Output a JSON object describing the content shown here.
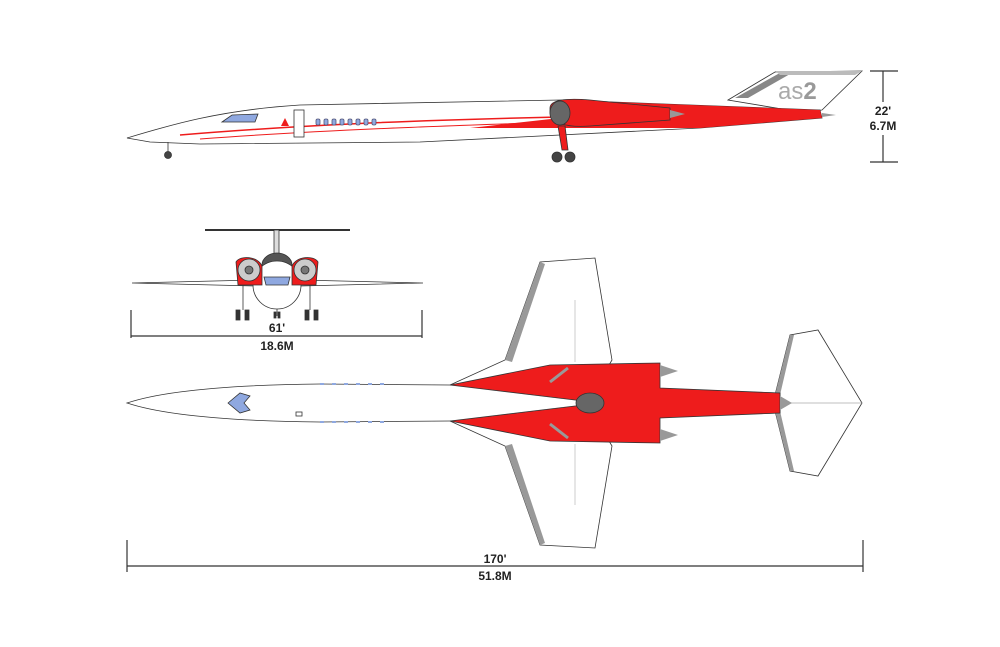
{
  "title": "AS2 three-view drawing",
  "logo_text": "as2",
  "colors": {
    "accent": "#ee1c1c",
    "outline": "#333333",
    "window": "#8fa8e0",
    "gray": "#999999"
  },
  "dimensions": {
    "height": {
      "feet": "22'",
      "meters": "6.7M"
    },
    "wingspan": {
      "feet": "61'",
      "meters": "18.6M"
    },
    "length": {
      "feet": "170'",
      "meters": "51.8M"
    }
  }
}
